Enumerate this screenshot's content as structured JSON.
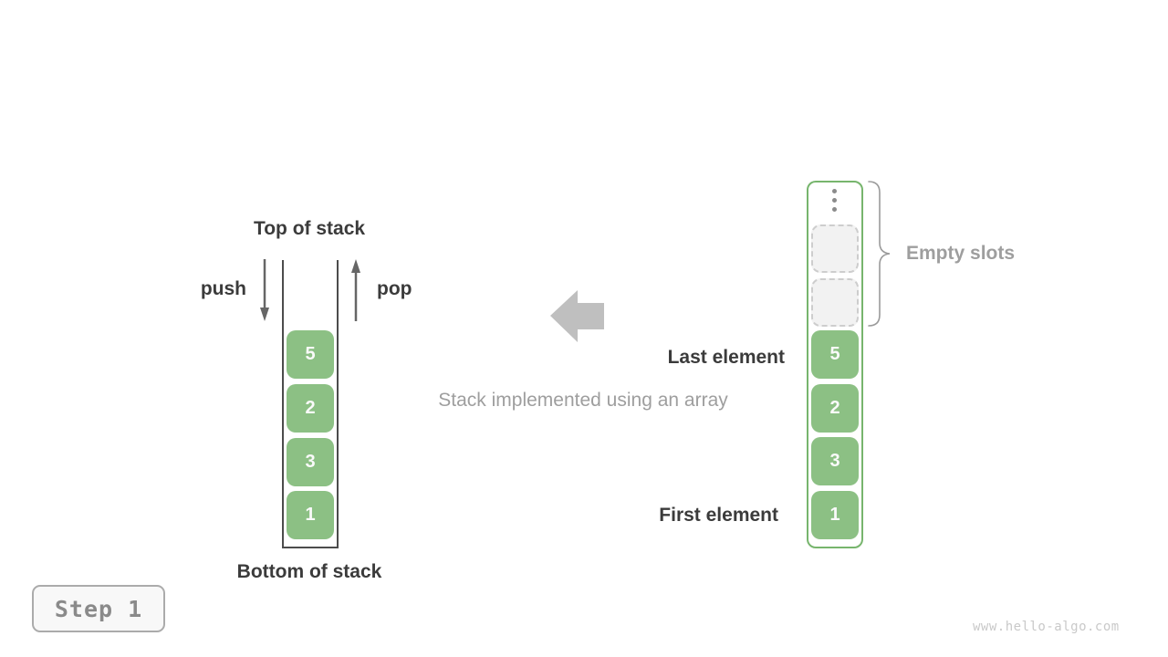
{
  "left_stack": {
    "title": "Top of stack",
    "bottom_label": "Bottom of stack",
    "push_label": "push",
    "pop_label": "pop",
    "elements": [
      "5",
      "2",
      "3",
      "1"
    ]
  },
  "center": {
    "caption": "Stack implemented using an array"
  },
  "right_array": {
    "empty_slots_count": 2,
    "elements": [
      "5",
      "2",
      "3",
      "1"
    ],
    "empty_slots_label": "Empty slots",
    "last_element_label": "Last element",
    "first_element_label": "First element"
  },
  "footer": {
    "step_label": "Step 1",
    "watermark": "www.hello-algo.com"
  },
  "icons": {
    "ellipsis": "vertical-ellipsis",
    "push_arrow": "down-arrow",
    "pop_arrow": "up-arrow",
    "flow_arrow": "left-block-arrow",
    "brace": "right-curly-brace"
  },
  "colors": {
    "element_green": "#8CC084",
    "container_border": "#77B56D",
    "number_white": "#FAFAFA",
    "dark_text": "#3B3B3B",
    "gray_text": "#9E9E9E",
    "arrow_gray": "#BFBFBF",
    "line_dark": "#4C4C4C",
    "thin_arrow": "#666666",
    "dots_gray": "#8B8B8B",
    "slot_bg": "#F2F2F2",
    "slot_border": "#CDCDCD",
    "brace_gray": "#9A9A9A",
    "step_text": "#8A8A8A",
    "step_border": "#ABABAB",
    "step_bg": "#F8F8F8",
    "watermark": "#C9C9C9"
  }
}
